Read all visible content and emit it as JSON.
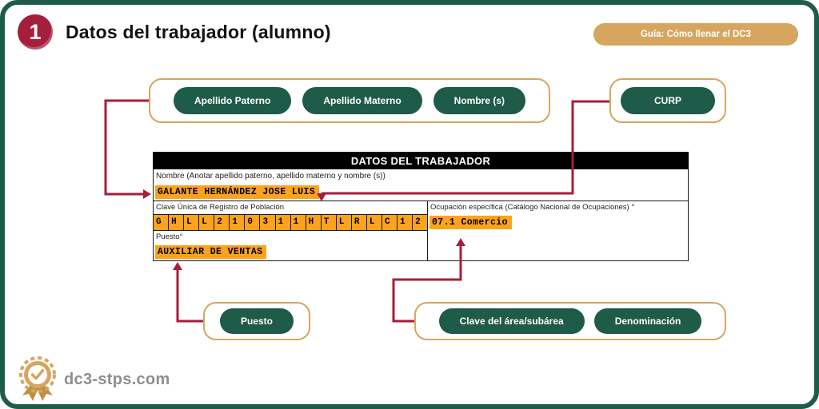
{
  "colors": {
    "frame_green": "#1E5B48",
    "pill_green": "#1E5B48",
    "accent_crimson": "#A51E3C",
    "tan_gold": "#D6A55F",
    "highlight_orange": "#FBA31C",
    "logo_gray": "#8E8E8E"
  },
  "header": {
    "step_number": "1",
    "title": "Datos del trabajador (alumno)",
    "guide_button_label": "Guía: Cómo llenar el DC3"
  },
  "callouts": {
    "name_fields": [
      "Apellido Paterno",
      "Apellido Materno",
      "Nombre (s)"
    ],
    "curp": "CURP",
    "puesto": "Puesto",
    "occupation_fields": [
      "Clave del área/subárea",
      "Denominación"
    ]
  },
  "form": {
    "section_title": "DATOS DEL TRABAJADOR",
    "nombre_label": "Nombre (Anotar apellido paterno, apellido materno y nombre (s))",
    "nombre_value": "GALANTE HERNÁNDEZ JOSE LUIS",
    "curp_label": "Clave Única de Registro de Población",
    "curp_chars": [
      "G",
      "H",
      "L",
      "L",
      "2",
      "1",
      "0",
      "3",
      "1",
      "1",
      "H",
      "T",
      "L",
      "R",
      "L",
      "C",
      "1",
      "2"
    ],
    "ocupacion_label": "Ocupación específica (Catálogo Nacional de Ocupaciones) °",
    "ocupacion_value": "07.1 Comercio",
    "puesto_label": "Puesto°",
    "puesto_value": "AUXILIAR DE VENTAS"
  },
  "footer": {
    "website": "dc3-stps.com"
  }
}
